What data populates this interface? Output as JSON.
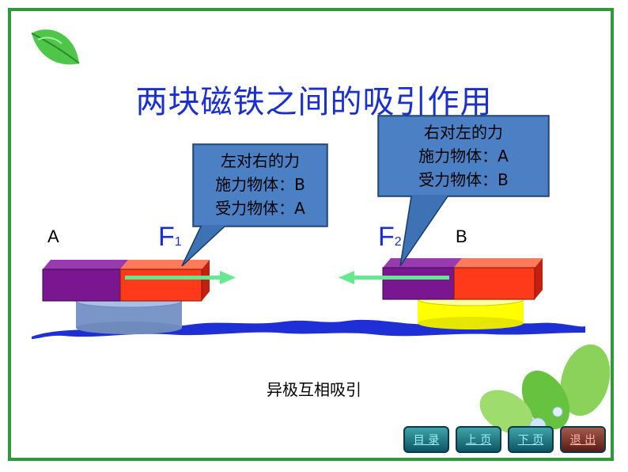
{
  "title": "两块磁铁之间的吸引作用",
  "magnet_a": {
    "label": "A"
  },
  "magnet_b": {
    "label": "B"
  },
  "force1": {
    "letter": "F",
    "sub": "1"
  },
  "force2": {
    "letter": "F",
    "sub": "2"
  },
  "callout_left": {
    "line1": "左对右的力",
    "line2": "施力物体：B",
    "line3": "受力物体：A"
  },
  "callout_right": {
    "line1": "右对左的力",
    "line2": "施力物体：A",
    "line3": "受力物体：B"
  },
  "caption": "异极互相吸引",
  "nav": {
    "contents": "目 录",
    "prev": "上 页",
    "next": "下 页",
    "exit": "退 出"
  },
  "colors": {
    "title": "#1a2fd0",
    "frame": "#2e9a3a",
    "callout": "#3d72b5",
    "purple": "#7a168f",
    "red": "#ff3a1a",
    "arrow": "#66e890",
    "water": "#1f2fd6",
    "baseA": "#7a96c8",
    "baseB": "#ffff00"
  }
}
